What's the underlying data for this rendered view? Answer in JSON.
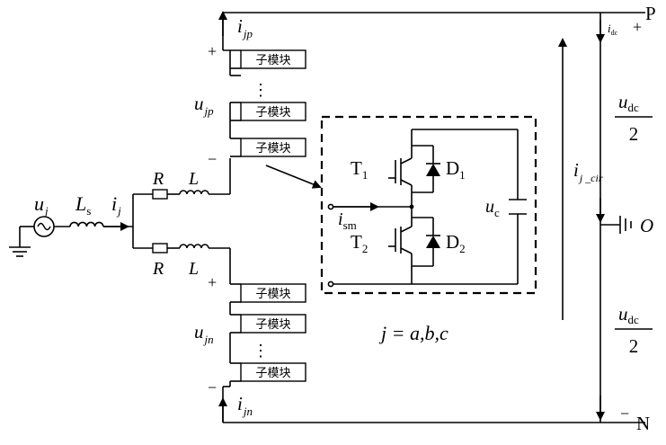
{
  "modules": {
    "label": "子模块",
    "upper_ellipsis": "⋮",
    "lower_ellipsis": "⋮"
  },
  "source": {
    "u_main": "u",
    "u_sub": "j",
    "ls_main": "L",
    "ls_sub": "s",
    "i_main": "i",
    "i_sub": "j"
  },
  "upper_branch": {
    "R": "R",
    "L": "L",
    "plus": "+",
    "minus": "−",
    "i_main": "i",
    "i_sub": "jp",
    "u_main": "u",
    "u_sub": "jp"
  },
  "lower_branch": {
    "R": "R",
    "L": "L",
    "plus": "+",
    "minus": "−",
    "i_main": "i",
    "i_sub": "jn",
    "u_main": "u",
    "u_sub": "jn"
  },
  "submodule_detail": {
    "t1_main": "T",
    "t1_sub": "1",
    "d1_main": "D",
    "d1_sub": "1",
    "t2_main": "T",
    "t2_sub": "2",
    "d2_main": "D",
    "d2_sub": "2",
    "ism_main": "i",
    "ism_sub": "sm",
    "uc_main": "u",
    "uc_sub": "c"
  },
  "index_note": "j = a,b,c",
  "dc_side": {
    "P": "P",
    "P_sign": "+",
    "N": "N",
    "N_sign": "−",
    "O": "O",
    "idc_main": "i",
    "idc_sub": "dc",
    "udc_top_num_main": "u",
    "udc_top_num_sub": "dc",
    "udc_top_den": "2",
    "udc_bot_num_main": "u",
    "udc_bot_num_sub": "dc",
    "udc_bot_den": "2",
    "icir_main": "i",
    "icir_sub": "j _cir"
  }
}
